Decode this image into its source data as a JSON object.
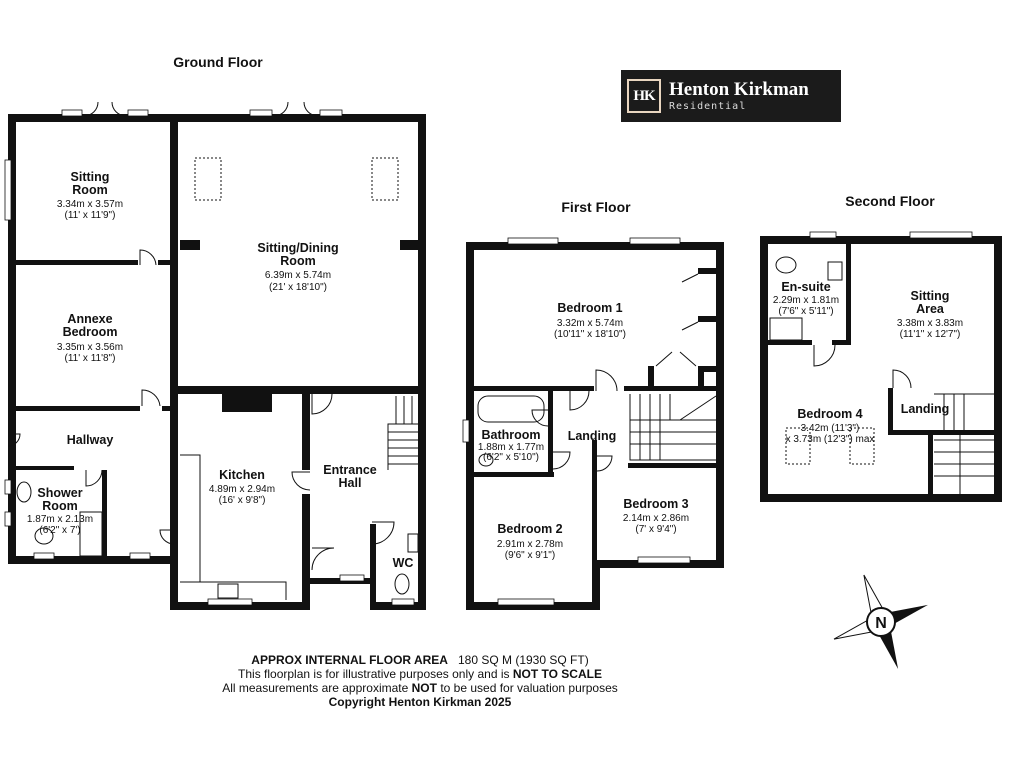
{
  "logo": {
    "monogram": "HK",
    "brand": "Henton Kirkman",
    "subtitle": "Residential"
  },
  "floors": {
    "ground": "Ground Floor",
    "first": "First Floor",
    "second": "Second Floor"
  },
  "rooms": {
    "sitting_room": {
      "name": "Sitting\nRoom",
      "metric": "3.34m x 3.57m",
      "imperial": "(11' x 11'9\")"
    },
    "sitting_dining": {
      "name": "Sitting/Dining\nRoom",
      "metric": "6.39m x 5.74m",
      "imperial": "(21' x 18'10\")"
    },
    "annexe_bedroom": {
      "name": "Annexe\nBedroom",
      "metric": "3.35m x 3.56m",
      "imperial": "(11' x 11'8\")"
    },
    "hallway": {
      "name": "Hallway"
    },
    "shower_room": {
      "name": "Shower\nRoom",
      "metric": "1.87m x 2.13m",
      "imperial": "(6'2\" x 7')"
    },
    "kitchen": {
      "name": "Kitchen",
      "metric": "4.89m x 2.94m",
      "imperial": "(16' x 9'8\")"
    },
    "entrance_hall": {
      "name": "Entrance\nHall"
    },
    "wc": {
      "name": "WC"
    },
    "bedroom1": {
      "name": "Bedroom 1",
      "metric": "3.32m x 5.74m",
      "imperial": "(10'11\" x 18'10\")"
    },
    "bathroom": {
      "name": "Bathroom",
      "metric": "1.88m x 1.77m",
      "imperial": "(6'2\" x 5'10\")"
    },
    "landing1": {
      "name": "Landing"
    },
    "bedroom2": {
      "name": "Bedroom 2",
      "metric": "2.91m x 2.78m",
      "imperial": "(9'6\" x 9'1\")"
    },
    "bedroom3": {
      "name": "Bedroom 3",
      "metric": "2.14m x 2.86m",
      "imperial": "(7' x 9'4\")"
    },
    "ensuite": {
      "name": "En-suite",
      "metric": "2.29m x 1.81m",
      "imperial": "(7'6\" x 5'11\")"
    },
    "sitting_area": {
      "name": "Sitting\nArea",
      "metric": "3.38m x 3.83m",
      "imperial": "(11'1\" x 12'7\")"
    },
    "bedroom4": {
      "name": "Bedroom 4",
      "metric": "3.42m (11'3\")",
      "imperial": "x 3.73m (12'3\") max"
    },
    "landing2": {
      "name": "Landing"
    }
  },
  "compass": {
    "label": "N"
  },
  "footer": {
    "area_label": "APPROX INTERNAL FLOOR AREA",
    "area_value": "180 SQ M (1930 SQ FT)",
    "line2_a": "This floorplan is for illustrative purposes only and is",
    "line2_b": "NOT TO SCALE",
    "line3_a": "All measurements are approximate",
    "line3_b": "NOT",
    "line3_c": "to be used for valuation purposes",
    "copyright": "Copyright Henton Kirkman 2025"
  }
}
